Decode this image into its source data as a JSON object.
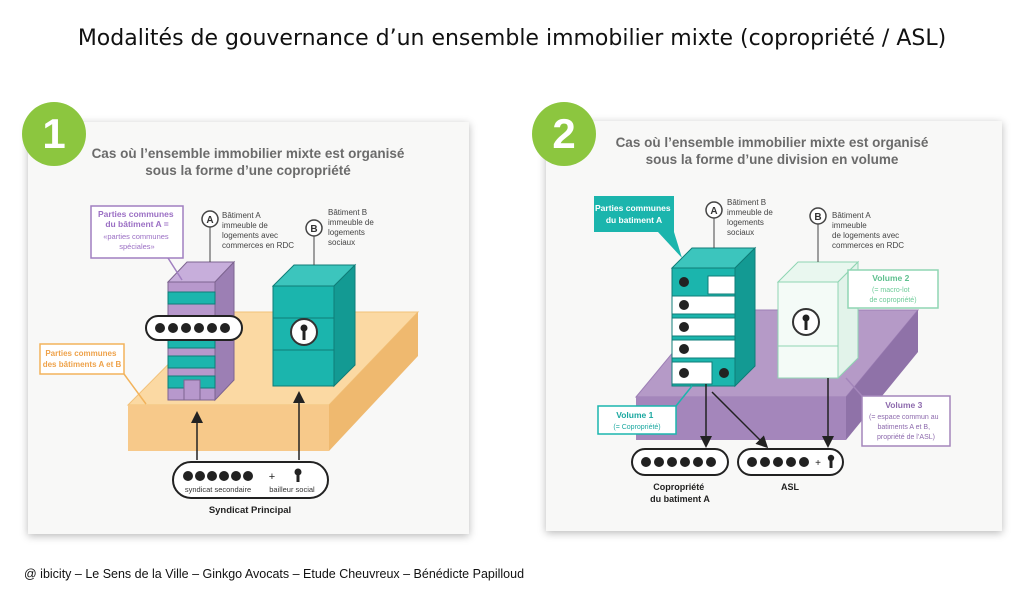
{
  "title": "Modalités de gouvernance d’un ensemble immobilier mixte (copropriété / ASL)",
  "footer": "@ ibicity – Le Sens de la Ville – Ginkgo Avocats – Etude Cheuvreux – Bénédicte Papilloud",
  "colors": {
    "green": "#8cc63f",
    "teal": "#1bb5ad",
    "purple": "#b798cc",
    "peach": "#fbd9a3",
    "mint": "#8fd5b3"
  },
  "panel1": {
    "number": "1",
    "title_line1": "Cas où l’ensemble immobilier mixte est organisé",
    "title_line2": "sous la forme d’une copropriété",
    "label_a": "A",
    "label_b": "B",
    "bldg_a_lines": [
      "Bâtiment A",
      "immeuble de",
      "logements avec",
      "commerces en RDC"
    ],
    "bldg_b_lines": [
      "Bâtiment B",
      "immeuble de",
      "logements",
      "sociaux"
    ],
    "callout_purple_title": [
      "Parties communes",
      "du bâtiment A  ="
    ],
    "callout_purple_sub": [
      "«parties communes",
      "spéciales»"
    ],
    "callout_peach": [
      "Parties communes",
      "des bâtiments A et B"
    ],
    "pill_left": "syndicat secondaire",
    "pill_right": "bailleur social",
    "plus": "+",
    "syndicat": "Syndicat Principal"
  },
  "panel2": {
    "number": "2",
    "title_line1": "Cas où l’ensemble immobilier mixte est organisé",
    "title_line2": "sous la forme d’une division en volume",
    "label_a": "A",
    "label_b": "B",
    "bldg_a_lines": [
      "Bâtiment B",
      "immeuble de",
      "logements",
      "sociaux"
    ],
    "bldg_b_lines": [
      "Bâtiment A",
      "immeuble",
      "de logements avec",
      "commerces en RDC"
    ],
    "callout_teal": [
      "Parties communes",
      "du batiment A"
    ],
    "volume2": [
      "Volume 2",
      "(= macro-lot",
      "de copropriété)"
    ],
    "volume1": [
      "Volume 1",
      "(= Copropriété)"
    ],
    "volume3": [
      "Volume 3",
      "(= espace commun au",
      "batiments A et B,",
      "propriété de l’ASL)"
    ],
    "plus": "+",
    "label_copro": [
      "Copropriété",
      "du batiment A"
    ],
    "label_asl": "ASL"
  }
}
